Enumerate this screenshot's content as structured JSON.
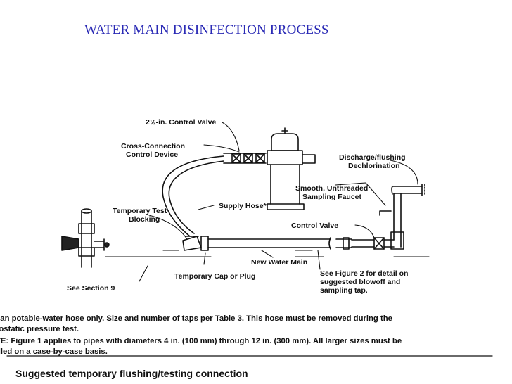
{
  "title": "WATER MAIN DISINFECTION PROCESS",
  "labels": {
    "control_valve_2half": "2½-in. Control Valve",
    "cross_connection_line1": "Cross-Connection",
    "cross_connection_line2": "Control Device",
    "discharge_line1": "Discharge/flushing",
    "discharge_line2": "Dechlorination",
    "sampling_line1": "Smooth, Unthreaded",
    "sampling_line2": "Sampling Faucet",
    "temp_blocking_line1": "Temporary Test",
    "temp_blocking_line2": "Blocking",
    "supply_hose": "Supply Hose*",
    "control_valve": "Control Valve",
    "new_water_main": "New Water Main",
    "temp_cap": "Temporary Cap or Plug",
    "see_figure_line1": "See Figure 2 for detail on",
    "see_figure_line2": "suggested blowoff and",
    "see_figure_line3": "sampling tap.",
    "see_section": "See Section 9"
  },
  "notes": {
    "line1": "ean potable-water hose only. Size and number of taps per Table 3. This hose must be removed during the",
    "line2": "rostatic pressure test.",
    "line3": "TE: Figure 1 applies to pipes with diameters 4 in. (100 mm) through 12 in. (300 mm). All larger sizes must be",
    "line4": "dled on a case-by-case basis."
  },
  "caption": "Suggested temporary flushing/testing connection",
  "colors": {
    "title": "#2a2ab5",
    "ink": "#111111"
  }
}
